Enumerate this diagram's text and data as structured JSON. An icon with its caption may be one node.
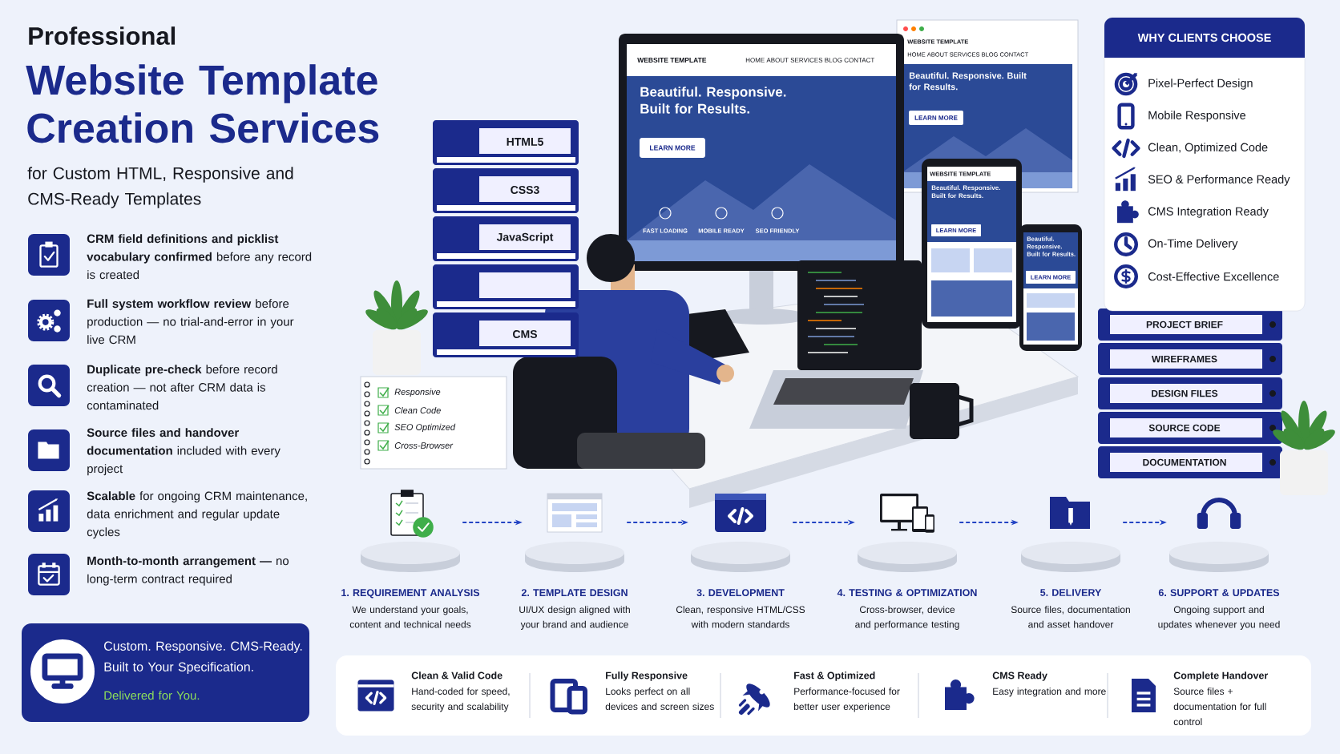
{
  "diagram": {
    "title": "Website Template Creation Services",
    "nodes": [
      {
        "text": [
          "1. REQUIREMENT ANALYSIS",
          "We understand your goals, content and technical needs"
        ]
      },
      {
        "text": [
          "2. TEMPLATE DESIGN",
          "UI/UX design aligned with your brand and audience"
        ]
      },
      {
        "text": [
          "3. DEVELOPMENT",
          "Clean, responsive HTML/CSS with modern standards"
        ]
      },
      {
        "text": [
          "4. TESTING & OPTIMIZATION",
          "Cross-browser, device and performance testing"
        ]
      },
      {
        "text": [
          "5. DELIVERY",
          "Source files, documentation and asset handover"
        ]
      },
      {
        "text": [
          "6. SUPPORT & UPDATES",
          "Ongoing support and updates whenever you need"
        ]
      },
      {
        "text": [
          "Custom. Responsive. CMS-Ready. Built to Your Specification.",
          "Delivered for You."
        ]
      },
      {
        "text": [
          "WHY CLIENTS CHOOSE",
          "Pixel-Perfect Design",
          "Mobile Responsive",
          "Clean, Optimized Code",
          "SEO & Performance Ready",
          "CMS Integration Ready",
          "On-Time Delivery",
          "Cost-Effective Excellence"
        ]
      },
      {
        "text": [
          "Clean & Valid Code",
          "Hand-coded for speed, security and scalability",
          "Fully Responsive",
          "Looks perfect on all devices and screen sizes",
          "Fast & Optimized",
          "Performance-focused for better user experience",
          "CMS Ready",
          "Easy integration and more",
          "Complete Handover",
          "Source files + documentation for full control"
        ]
      }
    ],
    "edges": [
      {
        "from": 0,
        "to": 1,
        "arrow": "to",
        "style": "dashed"
      },
      {
        "from": 1,
        "to": 2,
        "arrow": "to",
        "style": "dashed"
      },
      {
        "from": 2,
        "to": 3,
        "arrow": "to",
        "style": "dashed"
      },
      {
        "from": 3,
        "to": 4,
        "arrow": "to",
        "style": "dashed"
      },
      {
        "from": 4,
        "to": 5,
        "arrow": "to",
        "style": "dashed"
      }
    ],
    "labels": [
      "Professional",
      "for Custom HTML, Responsive and CMS-Ready Templates",
      "**CRM field definitions and picklist vocabulary confirmed** before any record is created",
      "**Full system workflow review** before production — no trial-and-error in your live CRM",
      "**Duplicate pre-check** before record creation — not after CRM data is contaminated",
      "**Source files and handover documentation** included with every project",
      "**Scalable** for ongoing CRM maintenance, data enrichment and regular update cycles",
      "**Month-to-month arrangement —** no long-term contract required",
      "WEBSITE TEMPLATE",
      "HOME ABOUT SERVICES BLOG CONTACT",
      "Beautiful. Responsive. Built for Results.",
      "LEARN MORE",
      "WEBSITE TEMPLATE",
      "HOME ABOUT SERVICES BLOG CONTACT",
      "Beautiful. Responsive. Built for Results.",
      "LEARN MORE",
      "FAST LOADING",
      "MOBILE READY",
      "SEO FRIENDLY",
      "WEBSITE TEMPLATE",
      "Beautiful. Responsive. Built for Results.",
      "LEARN MORE",
      "Beautiful. Responsive. Built for Results.",
      "LEARN MORE",
      "HTML5",
      "CSS3",
      "JavaScript",
      "CMS",
      "Responsive",
      "Clean Code",
      "SEO Optimized",
      "Cross-Browser",
      "PROJECT BRIEF",
      "WIREFRAMES",
      "DESIGN FILES",
      "SOURCE CODE",
      "DOCUMENTATION"
    ]
  }
}
